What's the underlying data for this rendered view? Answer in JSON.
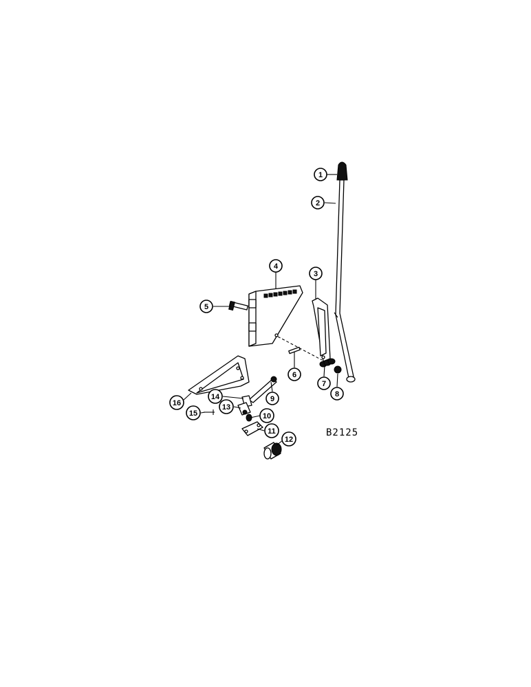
{
  "figure_code": "B2125",
  "callouts": [
    "1",
    "2",
    "3",
    "4",
    "5",
    "6",
    "7",
    "8",
    "9",
    "10",
    "11",
    "12",
    "13",
    "14",
    "15",
    "16"
  ]
}
